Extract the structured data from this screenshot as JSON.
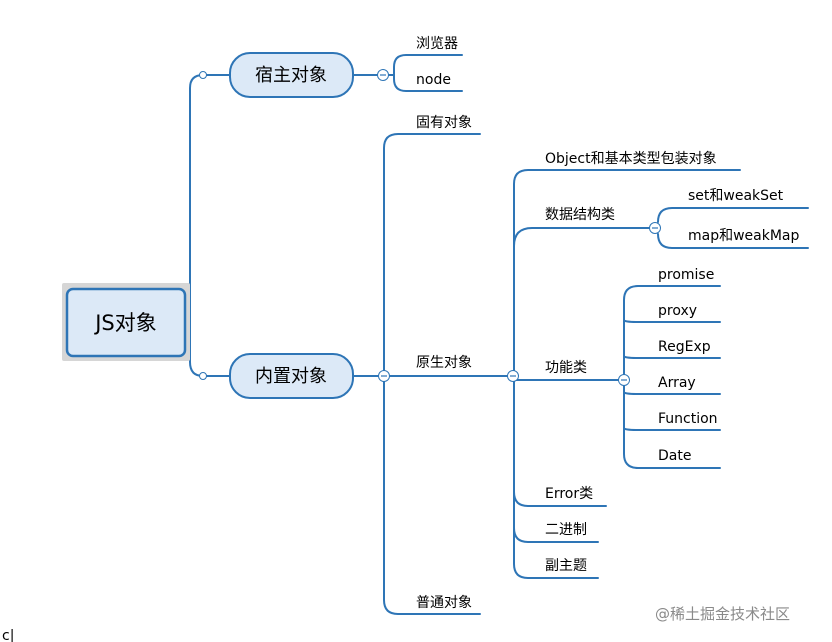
{
  "mindmap": {
    "root": "JS对象",
    "host": {
      "label": "宿主对象",
      "children": [
        "浏览器",
        "node"
      ]
    },
    "builtin": {
      "label": "内置对象",
      "intrinsic": "固有对象",
      "native": {
        "label": "原生对象",
        "object_wrappers": "Object和基本类型包装对象",
        "data_structures": {
          "label": "数据结构类",
          "children": [
            "set和weakSet",
            "map和weakMap"
          ]
        },
        "functional": {
          "label": "功能类",
          "children": [
            "promise",
            "proxy",
            "RegExp",
            "Array",
            "Function",
            "Date"
          ]
        },
        "error": "Error类",
        "binary": "二进制",
        "subtopic": "副主题"
      },
      "ordinary": "普通对象"
    }
  },
  "watermark": "@稀土掘金技术社区",
  "stray_text": "c|"
}
